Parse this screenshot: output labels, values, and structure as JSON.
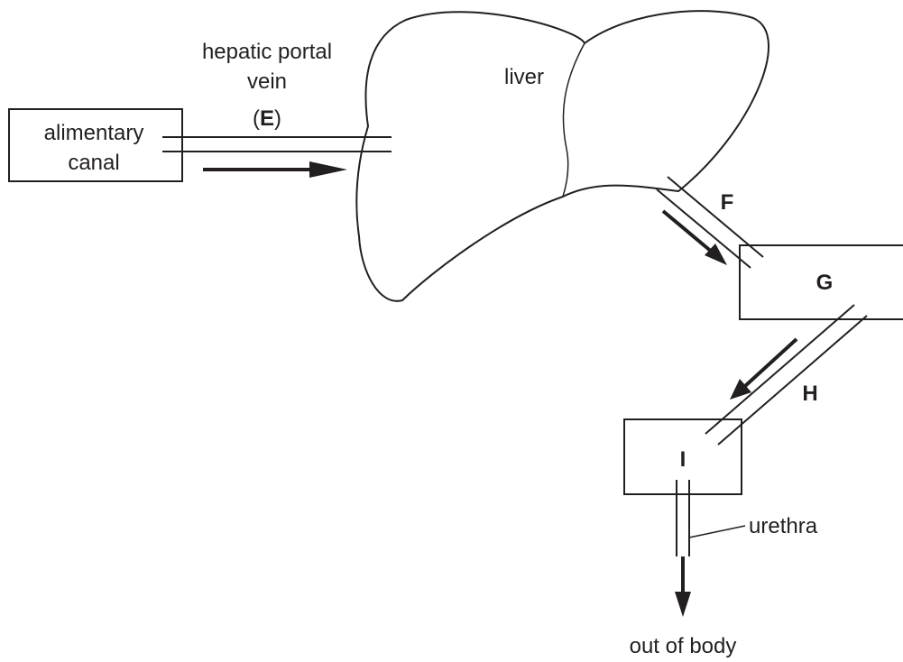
{
  "labels": {
    "alimentary_line1": "alimentary",
    "alimentary_line2": "canal",
    "hepatic_line1": "hepatic portal",
    "hepatic_line2": "vein",
    "hepatic_open": "(",
    "hepatic_letter": "E",
    "hepatic_close": ")",
    "liver": "liver",
    "vessel_f": "F",
    "organ_g": "G",
    "vessel_h": "H",
    "organ_i": "I",
    "urethra": "urethra",
    "out_of_body": "out of body"
  },
  "colors": {
    "stroke": "#231f20",
    "background": "#ffffff"
  }
}
